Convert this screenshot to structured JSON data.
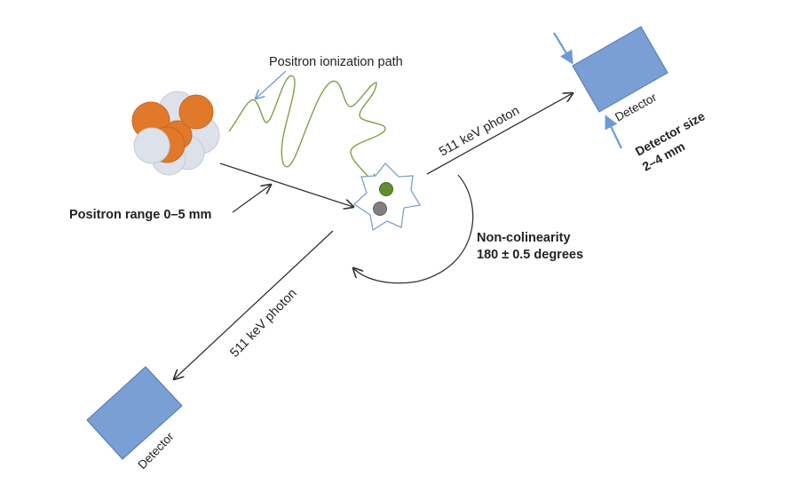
{
  "title": "Positron annihilation and PET detection",
  "labels": {
    "ionization_path": "Positron ionization path",
    "positron_range": "Positron range 0–5 mm",
    "photon_upper": "511 keV photon",
    "photon_lower": "511 keV photon",
    "detector_upper": "Detector",
    "detector_lower": "Detector",
    "detector_size_line1": "Detector size",
    "detector_size_line2": "2–4 mm",
    "noncolinearity_line1": "Non-colinearity",
    "noncolinearity_line2": "180 ± 0.5 degrees"
  },
  "colors": {
    "nucleus_proton": "#e07a2a",
    "nucleus_neutron": "#dde1ea",
    "ionization_path": "#7fa04a",
    "pointer_arrow": "#6a9bd6",
    "detector_fill": "#7a9fd4",
    "detector_stroke": "#4f76b0",
    "annihilation_outline": "#7f9fcc",
    "electron": "#5e8f2e",
    "positron": "#808080",
    "line": "#333333"
  }
}
